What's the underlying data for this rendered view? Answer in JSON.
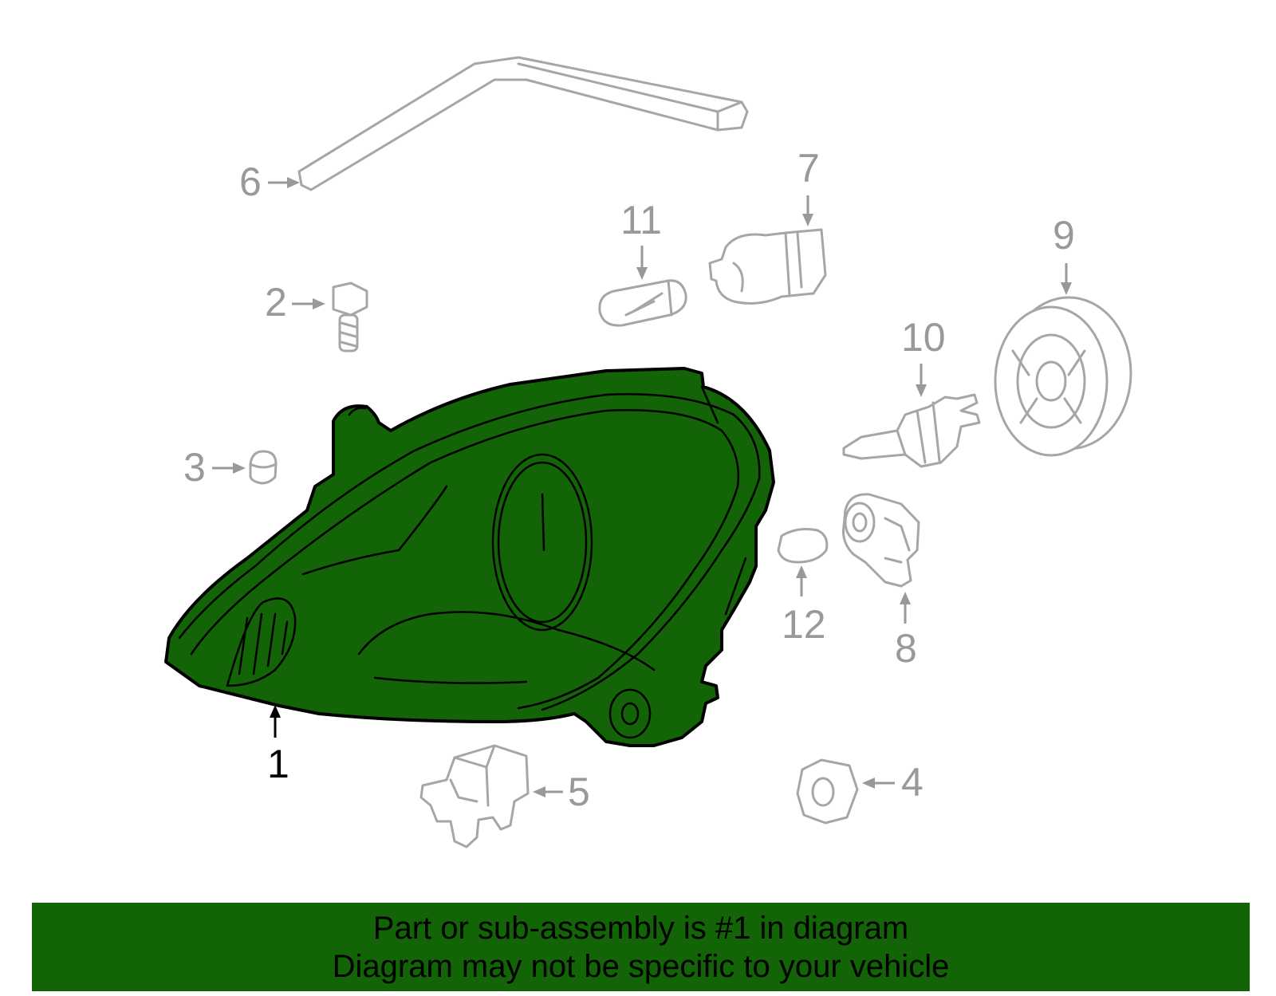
{
  "colors": {
    "highlight": "#126406",
    "outline_gray": "#a6a6a6",
    "label_gray": "#999999",
    "main_label": "#000000"
  },
  "callouts": {
    "c1": "1",
    "c2": "2",
    "c3": "3",
    "c4": "4",
    "c5": "5",
    "c6": "6",
    "c7": "7",
    "c8": "8",
    "c9": "9",
    "c10": "10",
    "c11": "11",
    "c12": "12"
  },
  "banner": {
    "line1": "Part or sub-assembly is #1 in diagram",
    "line2": "Diagram may not be specific to your vehicle"
  }
}
